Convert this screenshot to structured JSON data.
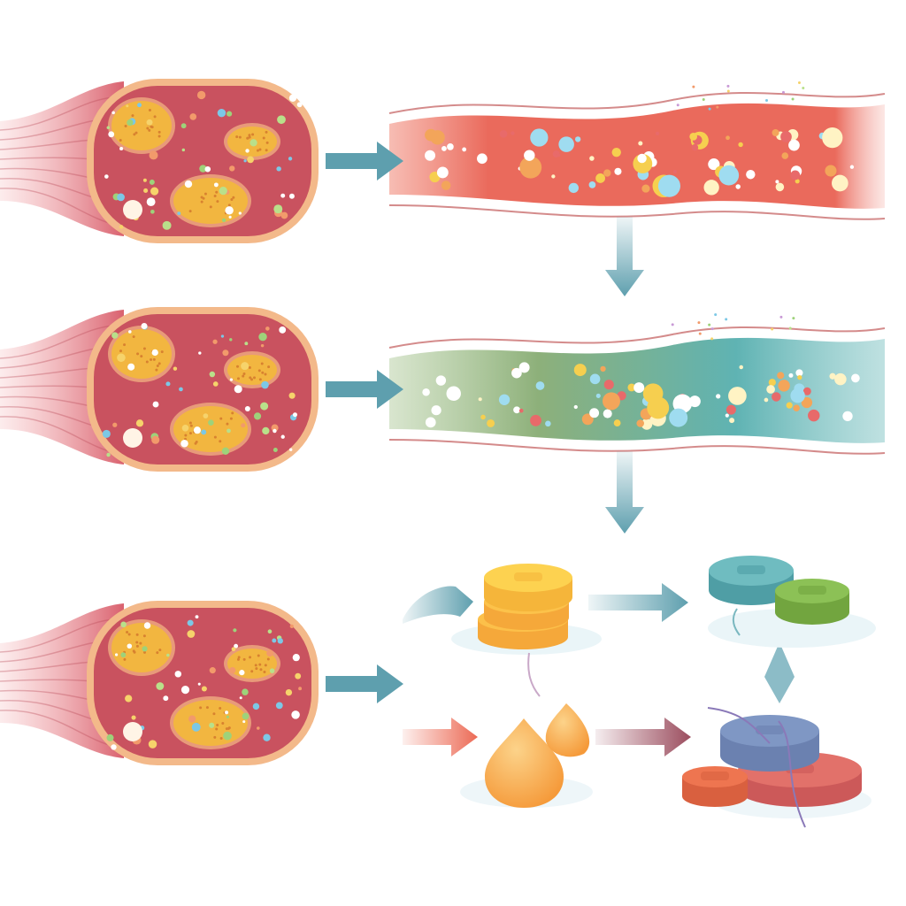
{
  "colors": {
    "muscle_outer": "#d9616e",
    "muscle_rim": "#f3b98a",
    "muscle_inner": "#c9525f",
    "organelle": "#f2b640",
    "vessel_red": "#ea6a5c",
    "vessel_green": "#8db07a",
    "vessel_teal": "#5fb3b3",
    "arrow_teal": "#5e9fae",
    "arrow_red": "#ec6a55",
    "arrow_maroon": "#9b4d5e",
    "disc_yellow": "#f8bd3c",
    "disc_teal": "#6fbcc0",
    "disc_green": "#8cc156",
    "disc_blue": "#7f97c4",
    "disc_red": "#e2716a",
    "disc_orange": "#ee7550",
    "droplet": "#f7a645"
  },
  "icons": [
    "muscle-cross-section",
    "blood-vessel",
    "arrow-right",
    "arrow-down",
    "disc-stack",
    "fat-droplet"
  ]
}
